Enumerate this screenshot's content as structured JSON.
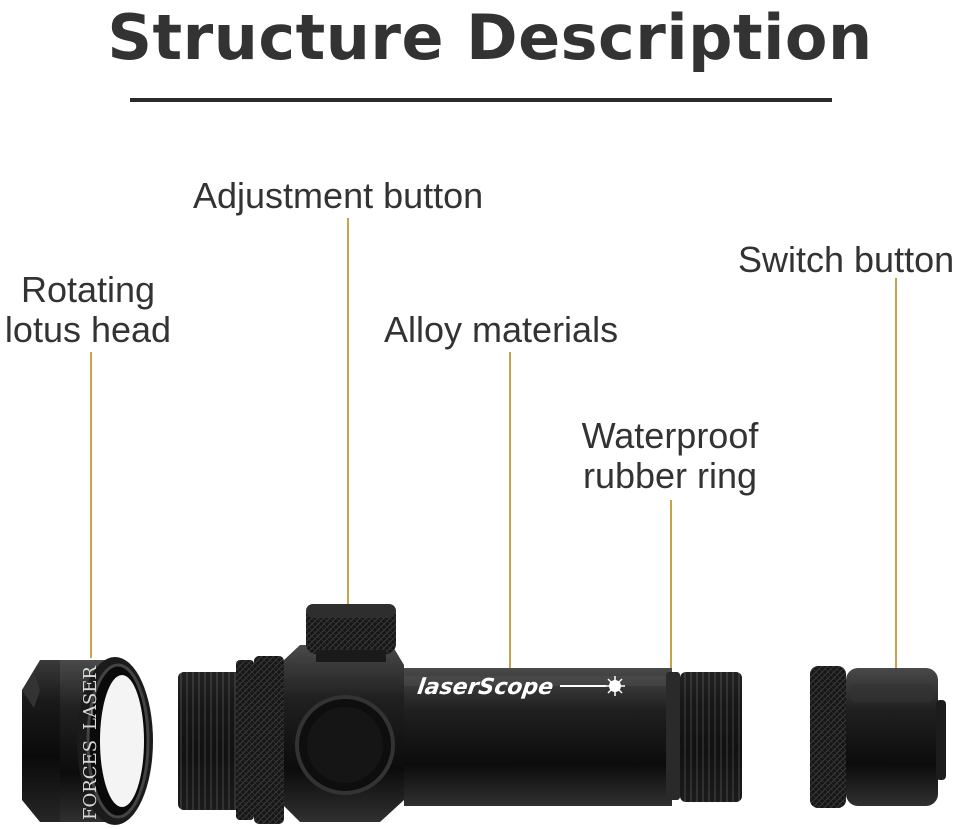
{
  "title": "Structure Description",
  "labels": {
    "rotating_head": [
      "Rotating",
      "lotus head"
    ],
    "adjustment_button": "Adjustment button",
    "alloy_materials": "Alloy materials",
    "waterproof_ring": [
      "Waterproof",
      "rubber ring"
    ],
    "switch_button": "Switch button"
  },
  "product_markings": {
    "head_text_1": "LASER",
    "head_text_2": "FORCES",
    "body_brand": "laserScope"
  },
  "colors": {
    "title": "#333333",
    "leader_line": "#c9a24c",
    "body": "#111111"
  }
}
